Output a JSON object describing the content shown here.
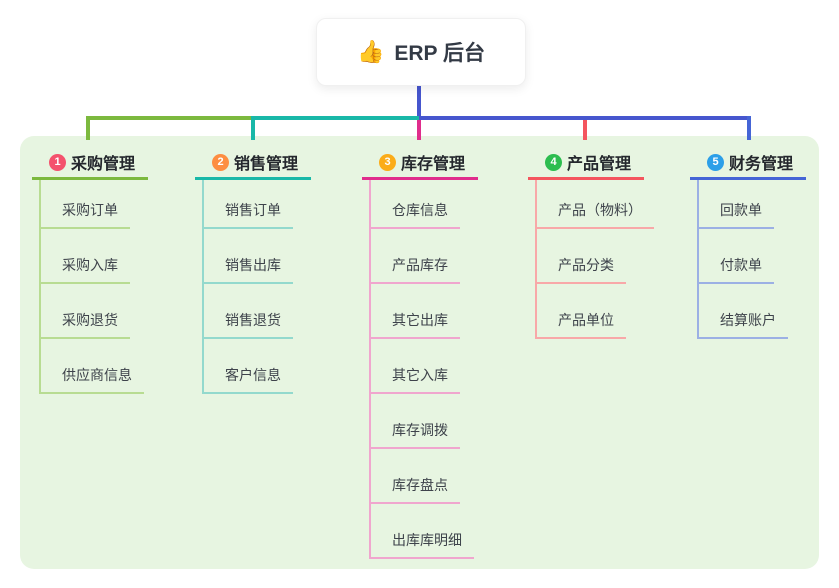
{
  "root": {
    "emoji": "👍",
    "label": "ERP 后台"
  },
  "branches": [
    {
      "number": "1",
      "label": "采购管理",
      "color": "#7cb93e",
      "soft_color": "#b8dc92",
      "badge_color": "#f4526d",
      "children": [
        "采购订单",
        "采购入库",
        "采购退货",
        "供应商信息"
      ]
    },
    {
      "number": "2",
      "label": "销售管理",
      "color": "#19b8a8",
      "soft_color": "#93d9cd",
      "badge_color": "#fd8e41",
      "children": [
        "销售订单",
        "销售出库",
        "销售退货",
        "客户信息"
      ]
    },
    {
      "number": "3",
      "label": "库存管理",
      "color": "#e02d8c",
      "soft_color": "#f0a6ce",
      "badge_color": "#fbac18",
      "children": [
        "仓库信息",
        "产品库存",
        "其它出库",
        "其它入库",
        "库存调拨",
        "库存盘点",
        "出库库明细"
      ]
    },
    {
      "number": "4",
      "label": "产品管理",
      "color": "#f4555e",
      "soft_color": "#f8a8a8",
      "badge_color": "#2cbd4f",
      "children": [
        "产品（物料）",
        "产品分类",
        "产品单位"
      ]
    },
    {
      "number": "5",
      "label": "财务管理",
      "color": "#4565d6",
      "soft_color": "#9cb0e4",
      "badge_color": "#2c9fe8",
      "children": [
        "回款单",
        "付款单",
        "结算账户"
      ]
    }
  ],
  "colors": {
    "root_connector": "#4656ce",
    "panel_bg": "#e7f5e1",
    "page_bg": "#ffffff",
    "header_text": "#24272d",
    "child_text": "#3e434b",
    "badge_text": "#ffffff"
  }
}
